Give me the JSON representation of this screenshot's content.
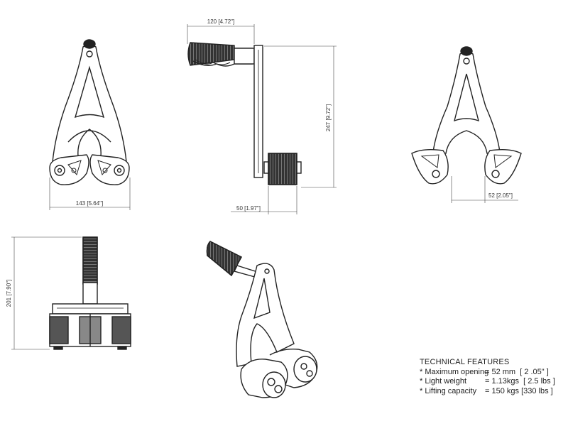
{
  "dimensions": {
    "front_width": "143 [5.64\"]",
    "side_handle_length": "120 [4.72\"]",
    "side_height": "247 [9.72\"]",
    "side_roller_width": "50 [1.97\"]",
    "open_gap": "52 [2.05\"]",
    "bottom_height": "201 [7.90\"]"
  },
  "technical_features": {
    "title": "TECHNICAL FEATURES",
    "items": [
      {
        "label": "* Maximum opening",
        "value": "= 52 mm  [ 2 .05\" ]"
      },
      {
        "label": "* Light weight",
        "value": "= 1.13kgs  [ 2.5 lbs ]"
      },
      {
        "label": "* Lifting capacity",
        "value": "= 150 kgs [330 lbs ]"
      }
    ]
  }
}
